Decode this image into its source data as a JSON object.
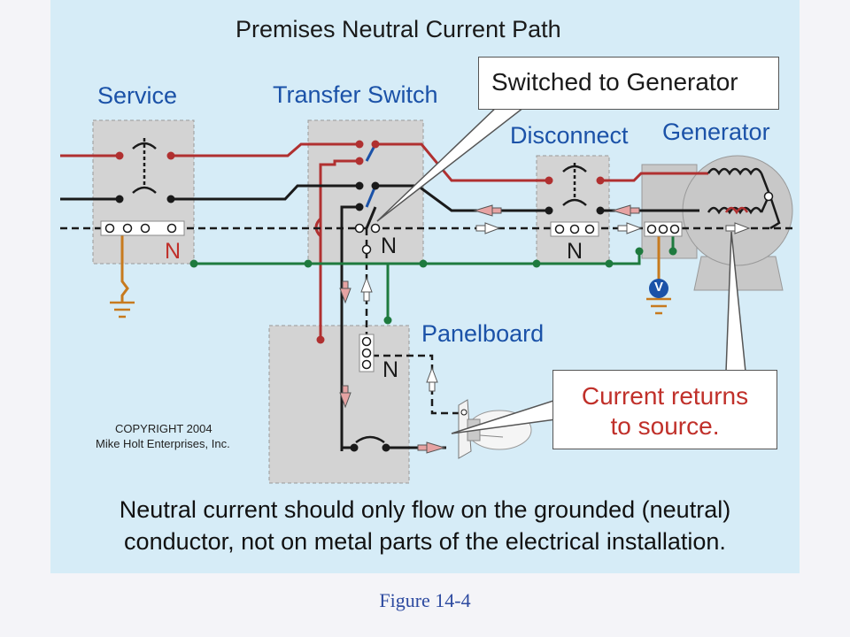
{
  "title": "Premises Neutral Current Path",
  "labels": {
    "service": "Service",
    "transfer_switch": "Transfer Switch",
    "disconnect": "Disconnect",
    "generator": "Generator",
    "panelboard": "Panelboard",
    "generator_symbol": "V"
  },
  "neutral_labels": [
    "N",
    "N",
    "N",
    "N"
  ],
  "callouts": {
    "switched": "Switched to Generator",
    "returns_line1": "Current returns",
    "returns_line2": "to source."
  },
  "copyright": {
    "line1": "COPYRIGHT 2004",
    "line2": "Mike Holt Enterprises, Inc."
  },
  "caption": {
    "line1": "Neutral current should only flow on the grounded (neutral)",
    "line2": "conductor, not on metal parts of the electrical installation."
  },
  "figure_label": "Figure 14-4",
  "colors": {
    "background": "#d6ecf7",
    "enclosure": "#d3d3d3",
    "hot_line": "#b03030",
    "black_line": "#1a1a1a",
    "ground_line": "#1e7a3e",
    "earth_line": "#c77a1e",
    "header_text": "#1b52a8",
    "callout_text": "#c0302a",
    "arrow_fill": "#e6a3a3"
  }
}
